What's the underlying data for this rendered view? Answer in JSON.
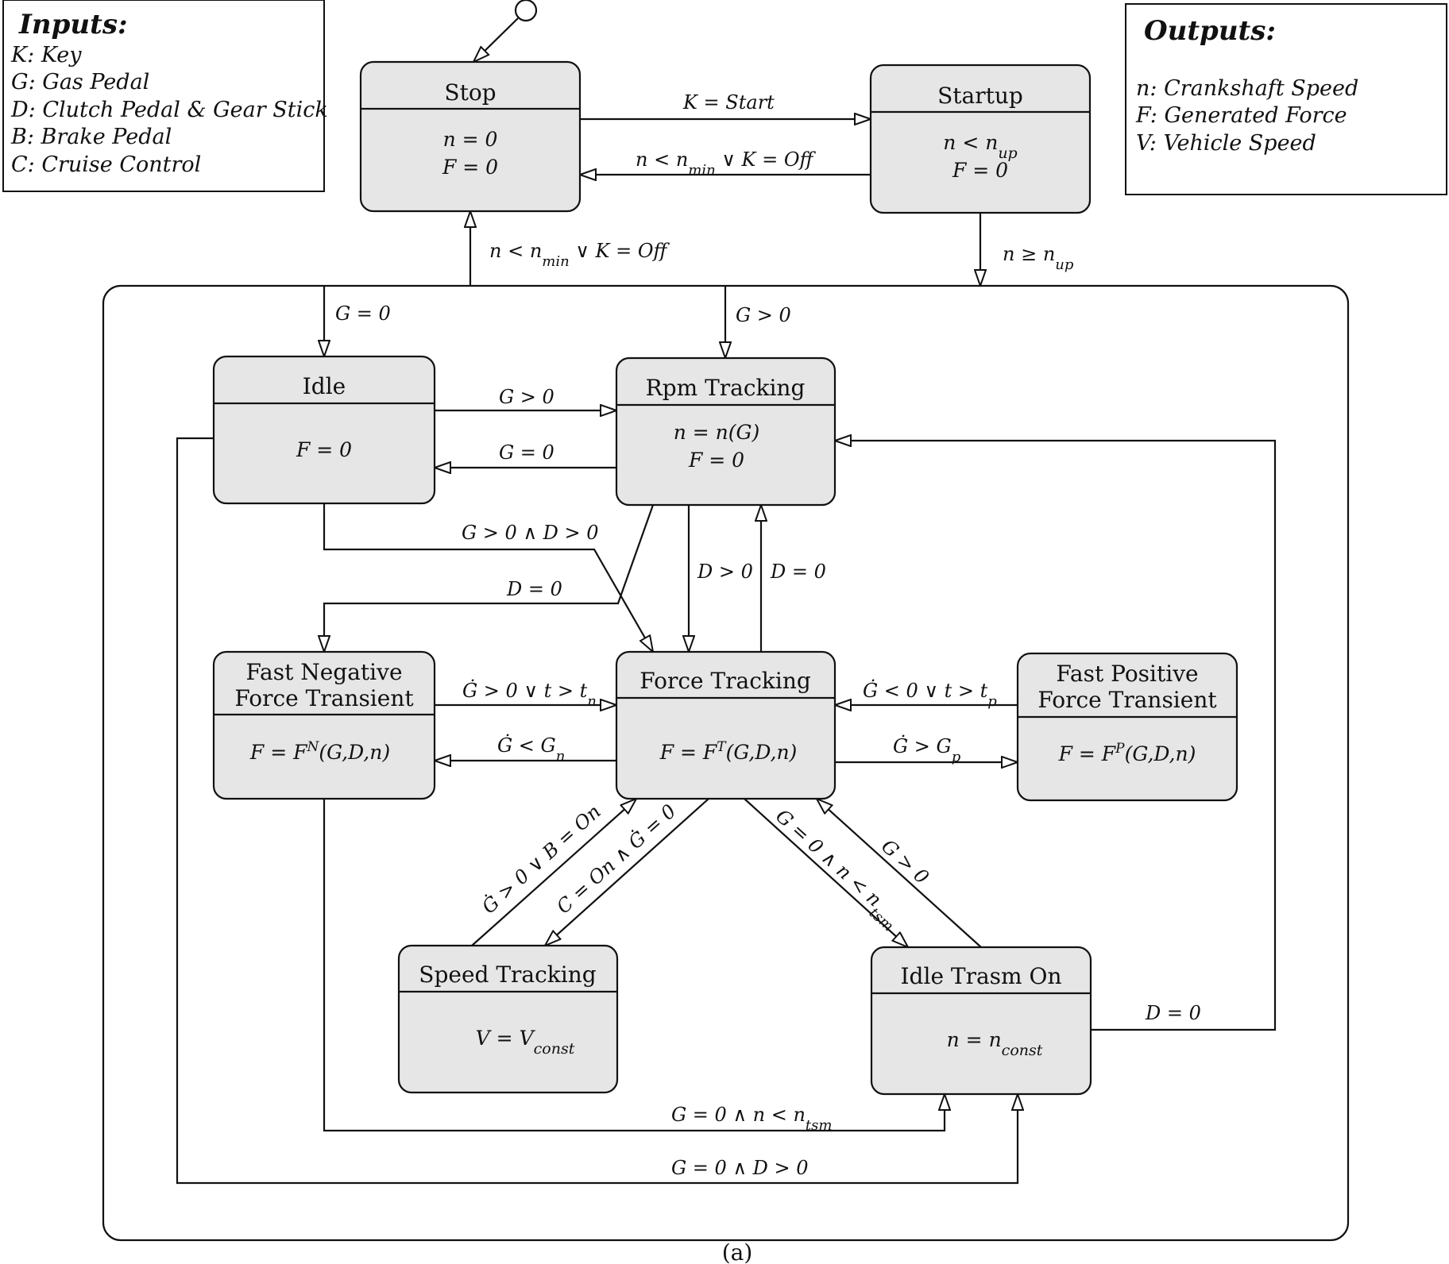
{
  "inputs": {
    "heading": "Inputs:",
    "items": [
      "K: Key",
      "G: Gas Pedal",
      "D: Clutch Pedal & Gear Stick",
      "B: Brake Pedal",
      "C: Cruise Control"
    ]
  },
  "outputs": {
    "heading": "Outputs:",
    "items": [
      "n: Crankshaft Speed",
      "F: Generated Force",
      "V: Vehicle Speed"
    ]
  },
  "states": {
    "stop": {
      "name": "Stop",
      "lines": [
        "n = 0",
        "F = 0"
      ]
    },
    "startup": {
      "name": "Startup",
      "lines": [
        "n < n_up",
        "F = 0"
      ]
    },
    "idle": {
      "name": "Idle",
      "lines": [
        "F = 0"
      ]
    },
    "rpm": {
      "name": "Rpm Tracking",
      "lines": [
        "n = n(G)",
        "F = 0"
      ]
    },
    "fnft": {
      "name_lines": [
        "Fast Negative",
        "Force Transient"
      ],
      "lines": [
        "F = F^N(G,D,n)"
      ]
    },
    "force": {
      "name": "Force Tracking",
      "lines": [
        "F = F^T(G,D,n)"
      ]
    },
    "fpft": {
      "name_lines": [
        "Fast Positive",
        "Force Transient"
      ],
      "lines": [
        "F = F^P(G,D,n)"
      ]
    },
    "speed": {
      "name": "Speed Tracking",
      "lines": [
        "V = V_const"
      ]
    },
    "idletrasm": {
      "name": "Idle Trasm On",
      "lines": [
        "n = n_const"
      ]
    }
  },
  "transitions": {
    "stop_to_startup": "K = Start",
    "startup_to_stop": "n < n_min ∨ K = Off",
    "super_to_stop": "n < n_min ∨ K = Off",
    "startup_to_super": "n ≥ n_up",
    "to_idle": "G = 0",
    "to_rpm": "G > 0",
    "idle_to_rpm": "G > 0",
    "rpm_to_idle": "G = 0",
    "idle_to_force": "G > 0 ∧ D > 0",
    "rpm_to_fnft": "D = 0",
    "rpm_to_force": "D > 0",
    "force_to_rpm": "D = 0",
    "fnft_to_force": "Ġ > 0 ∨ t > t_n",
    "force_to_fnft": "Ġ < G_n",
    "fpft_to_force": "Ġ < 0 ∨ t > t_p",
    "force_to_fpft": "Ġ > G_p",
    "speed_to_force": "Ġ > 0 ∨ B = On",
    "force_to_speed": "C = On ∧ Ġ = 0",
    "force_to_idletrasm": "G = 0 ∧ n < n_tsm",
    "idletrasm_to_force": "G > 0",
    "idletrasm_to_rpm": "D = 0",
    "fnft_to_idletrasm": "G = 0 ∧ n < n_tsm",
    "idle_to_idletrasm": "G = 0 ∧ D > 0"
  },
  "caption": "(a)"
}
